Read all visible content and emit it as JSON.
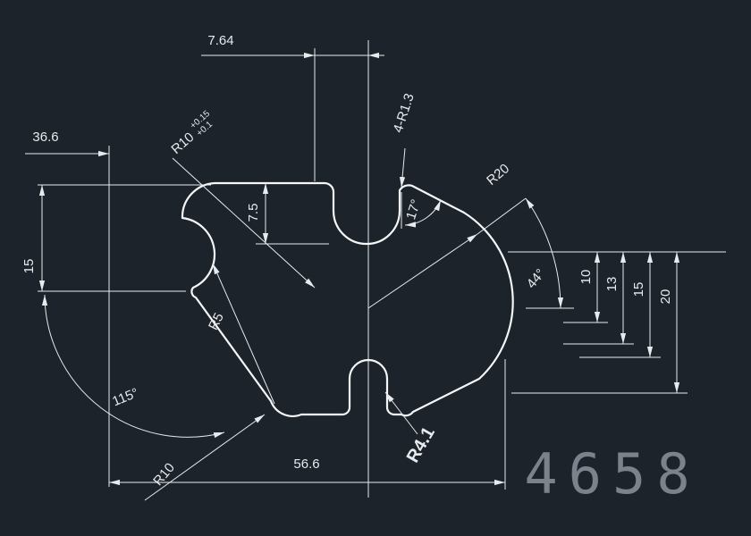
{
  "colors": {
    "background": "#1d232b",
    "line": "#e8ebed",
    "outline": "#f5f6f7",
    "watermark": "#848b94"
  },
  "drawing": {
    "watermark": "4658",
    "dims": {
      "width_top": "7.64",
      "offset_left": "36.6",
      "height_left": "15",
      "radius_tol": {
        "value": "R10",
        "upper": "+0.15",
        "lower": "+0.1"
      },
      "notch_depth": "7.5",
      "corner_radii": "4-R1.3",
      "radius_right": "R20",
      "angle_top": "17°",
      "angle_right": "44°",
      "offset_r1": "10",
      "offset_r2": "13",
      "offset_r3": "15",
      "offset_r4": "20",
      "radius_mid": "R5",
      "angle_left": "115°",
      "radius_bottom": "R10",
      "width_bottom": "56.6",
      "radius_notch": "R4.1"
    }
  }
}
